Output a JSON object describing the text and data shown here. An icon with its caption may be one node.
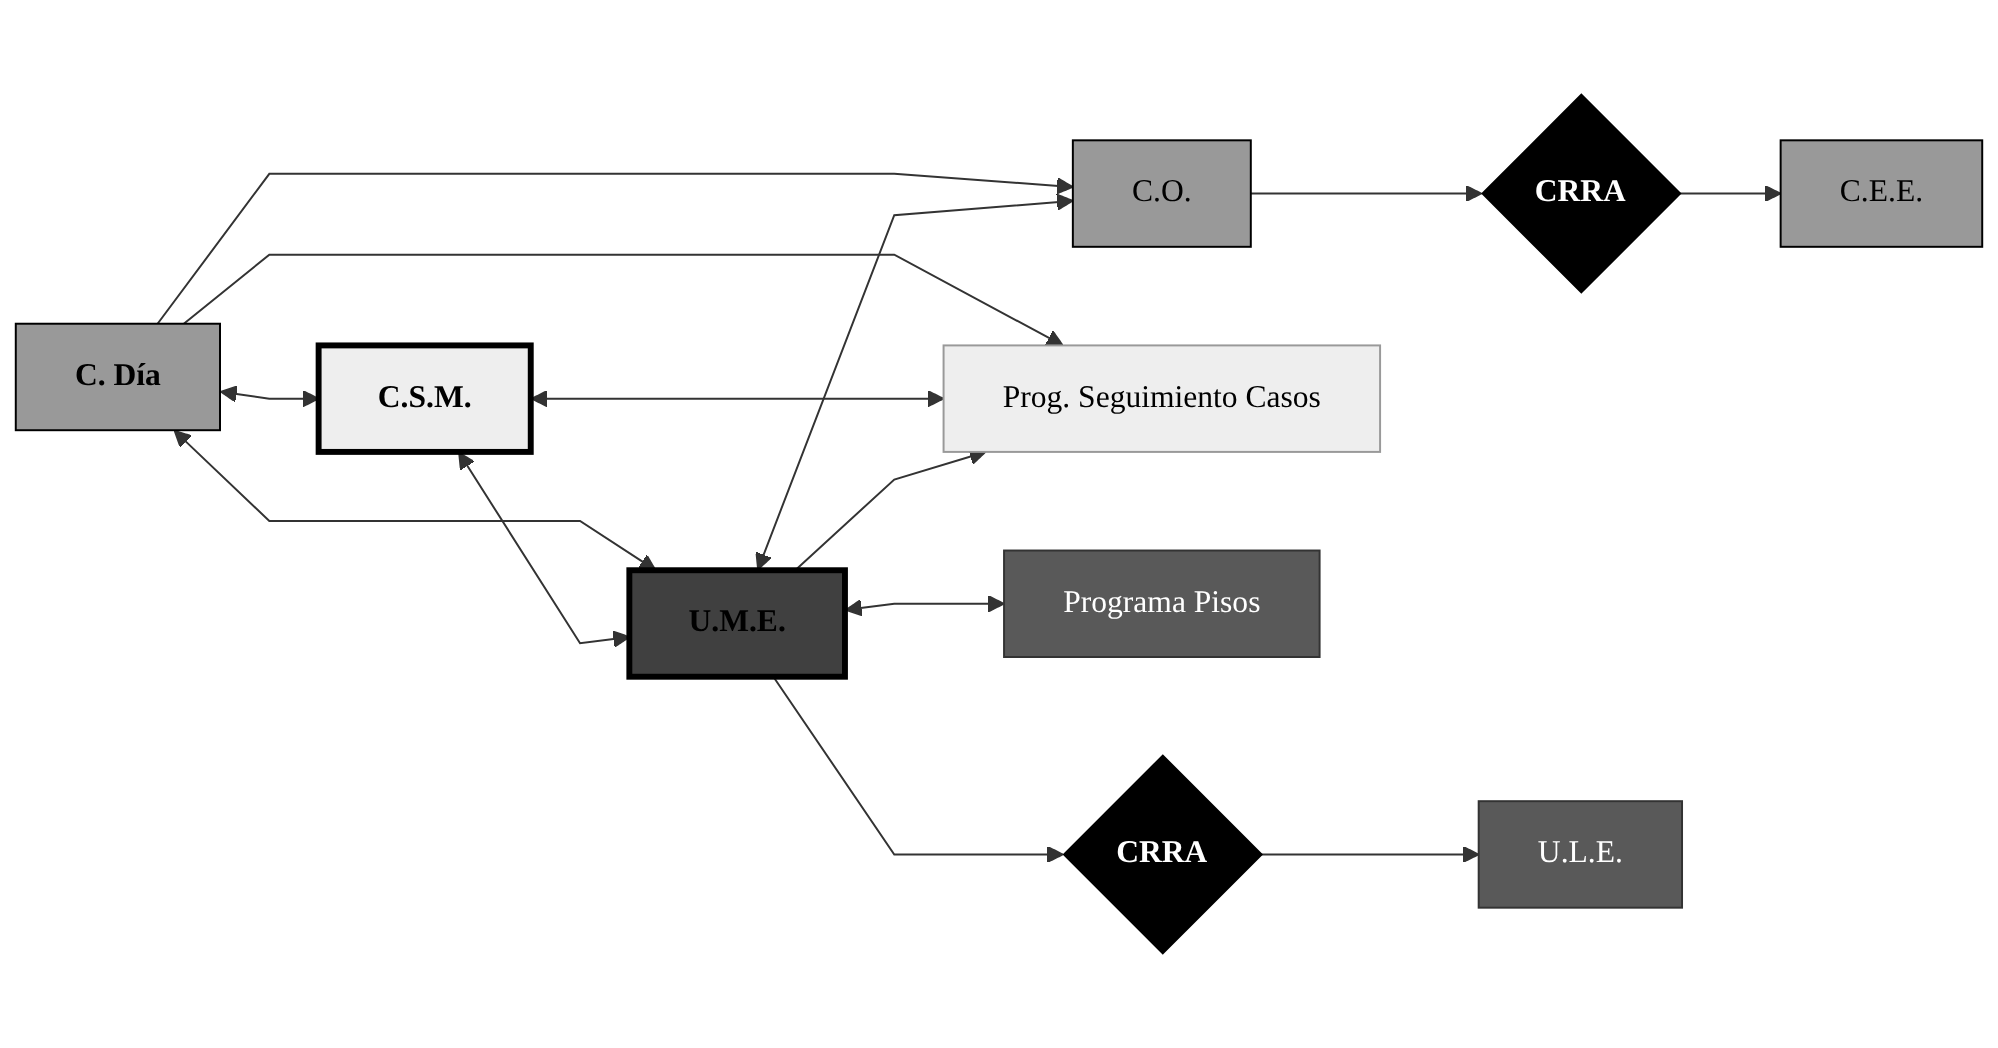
{
  "diagram": {
    "nodes": [
      {
        "text": [
          "C. Día"
        ]
      },
      {
        "text": [
          "C.O."
        ]
      },
      {
        "text": [
          "CRRA"
        ]
      },
      {
        "text": [
          "C.E.E."
        ]
      },
      {
        "text": [
          "C.S.M."
        ]
      },
      {
        "text": [
          "Prog. Seguimiento Casos"
        ]
      },
      {
        "text": [
          "Programa Pisos"
        ]
      },
      {
        "text": [
          "U.M.E."
        ]
      },
      {
        "text": [
          "CRRA"
        ]
      },
      {
        "text": [
          "U.L.E."
        ]
      }
    ],
    "edges": [
      {
        "from": 0,
        "to": 1,
        "arrow": "to"
      },
      {
        "from": 1,
        "to": 2,
        "arrow": "to"
      },
      {
        "from": 2,
        "to": 3,
        "arrow": "to"
      },
      {
        "from": 0,
        "to": 4,
        "arrow": "both"
      },
      {
        "from": 0,
        "to": 7,
        "arrow": "both"
      },
      {
        "from": 0,
        "to": 5,
        "arrow": "to"
      },
      {
        "from": 4,
        "to": 5,
        "arrow": "both"
      },
      {
        "from": 4,
        "to": 7,
        "arrow": "both"
      },
      {
        "from": 7,
        "to": 1,
        "arrow": "both"
      },
      {
        "from": 7,
        "to": 5,
        "arrow": "to"
      },
      {
        "from": 7,
        "to": 6,
        "arrow": "both"
      },
      {
        "from": 7,
        "to": 8,
        "arrow": "to"
      },
      {
        "from": 8,
        "to": 9,
        "arrow": "to"
      }
    ]
  }
}
